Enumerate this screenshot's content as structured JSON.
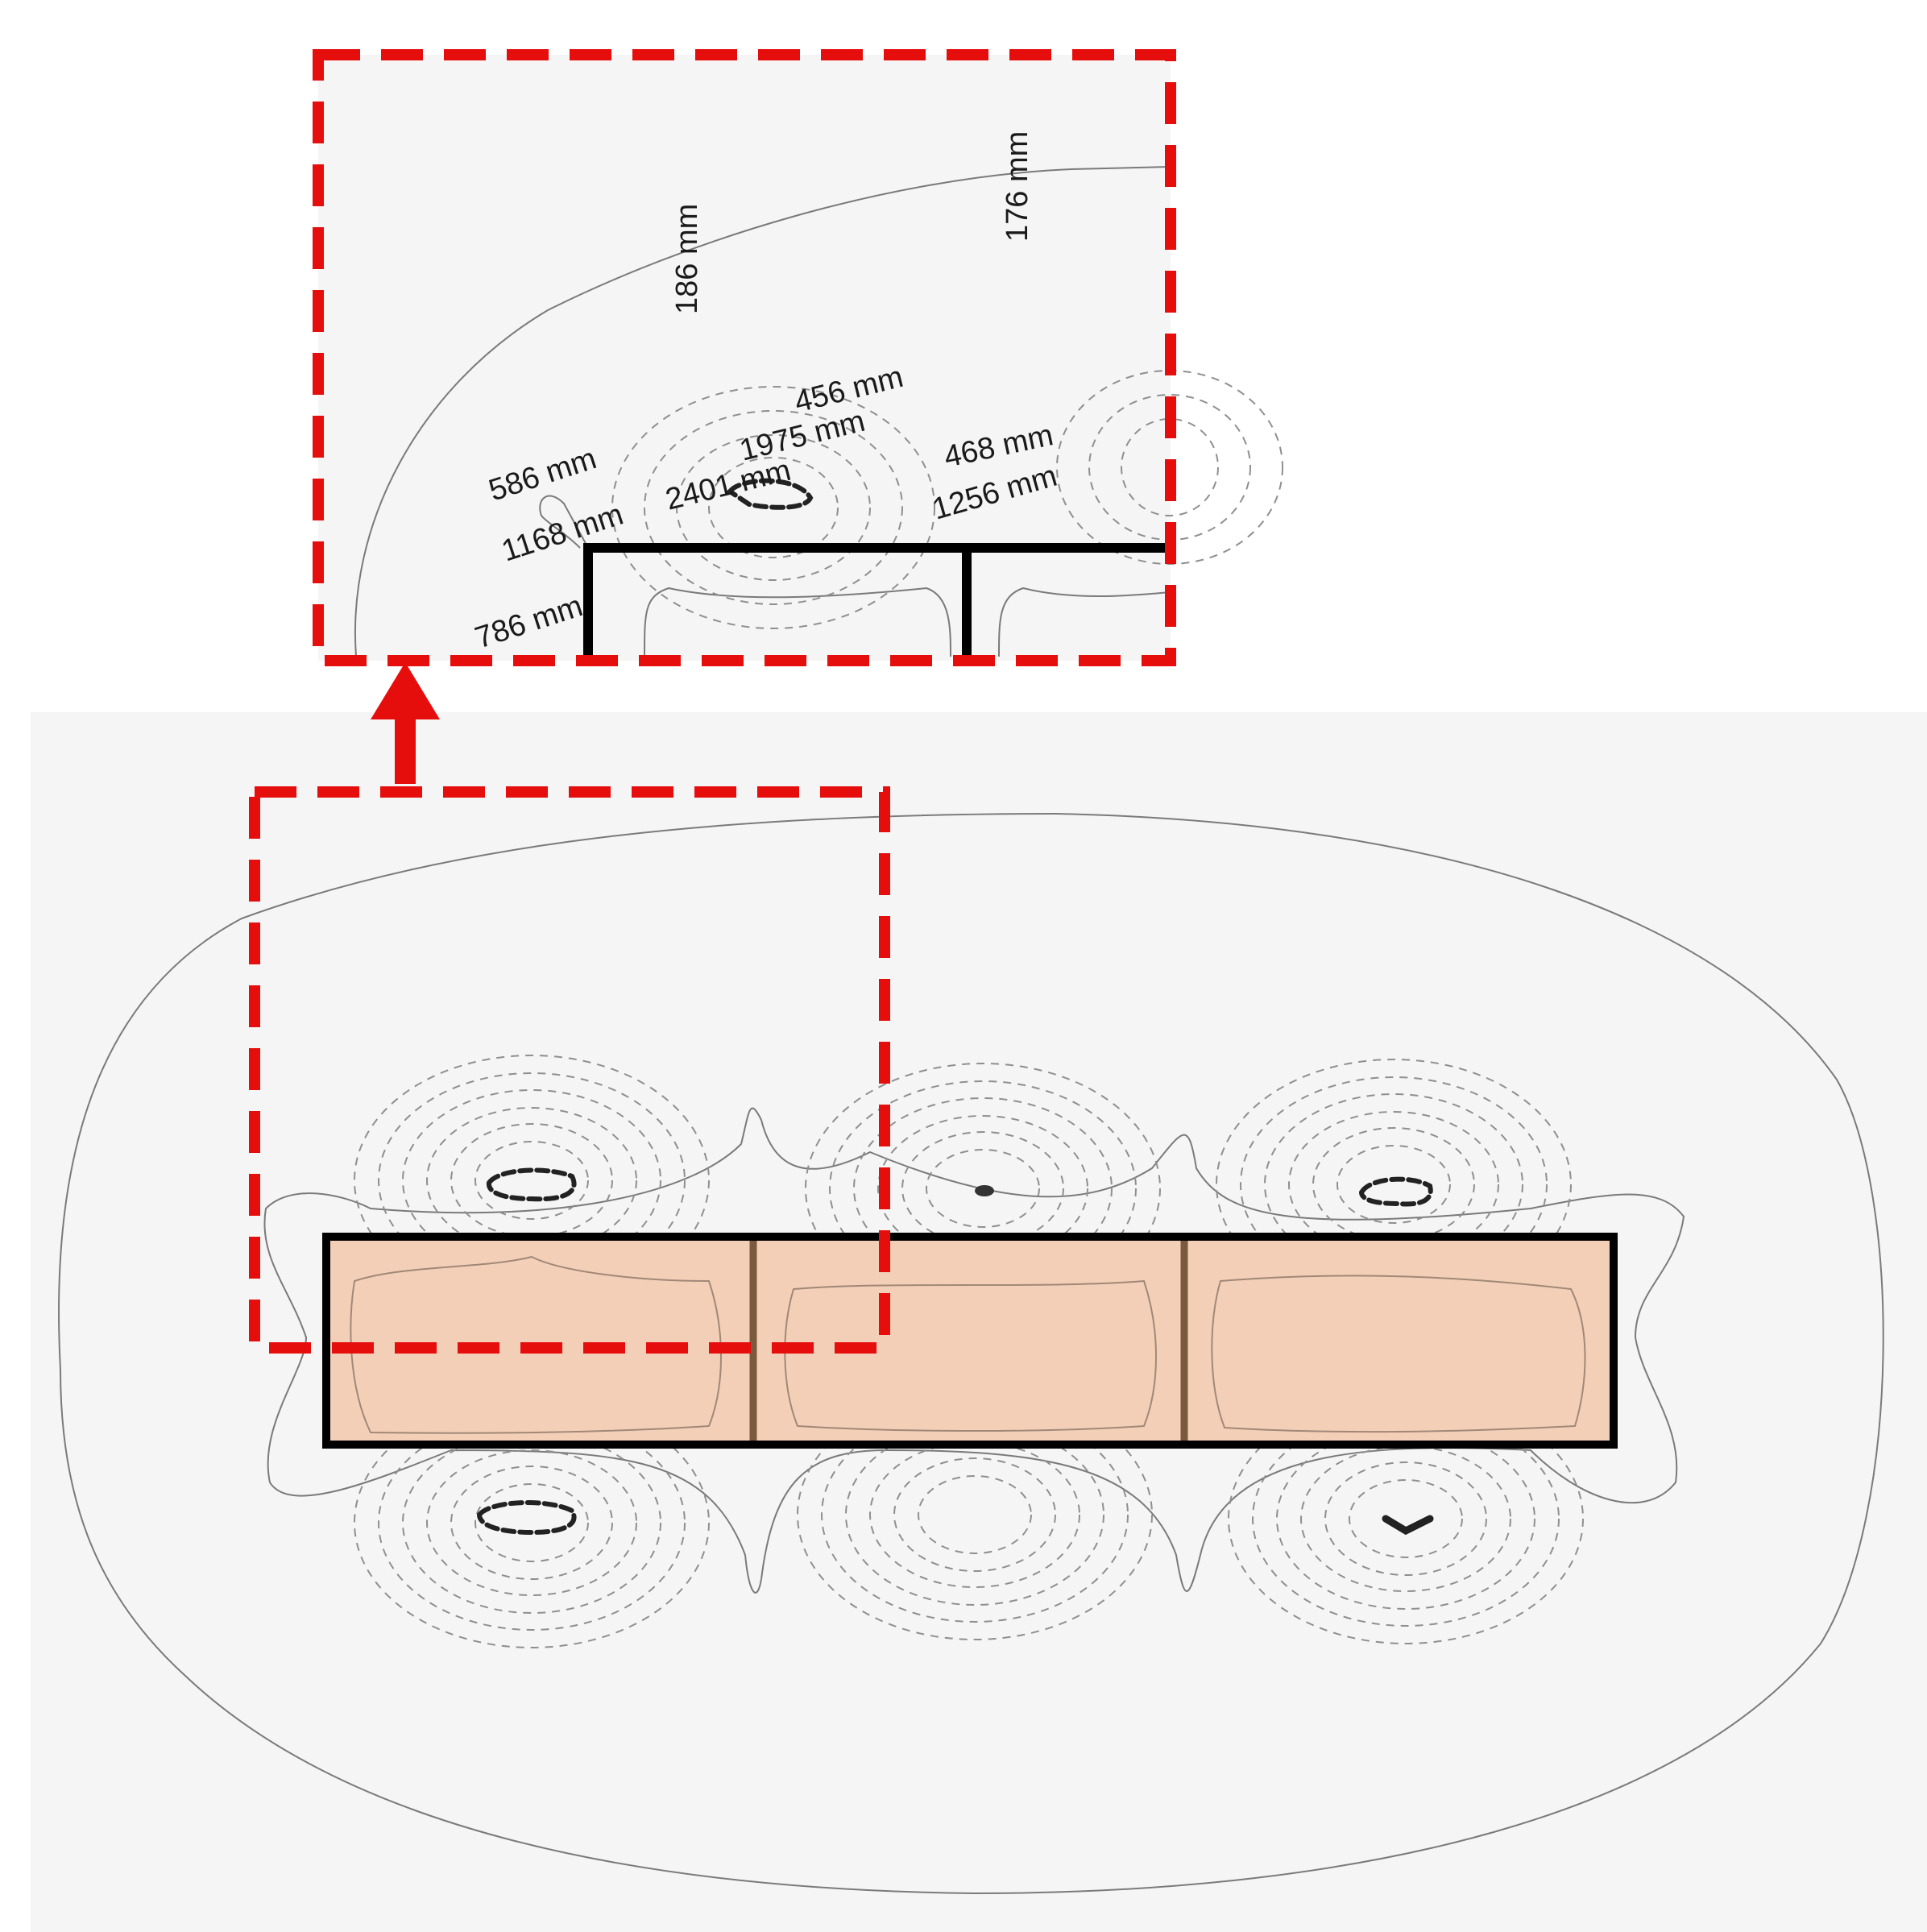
{
  "colors": {
    "background": "#f5f5f5",
    "frame": "#e60d0d",
    "conductor_fill": "#f4cfb7",
    "conductor_border": "#000000",
    "separator": "#7a5a3f",
    "contour": "#7a7a7a"
  },
  "icons": {
    "arrow": "arrow-up-icon"
  },
  "labels": {
    "l176": "176 mm",
    "l186": "186 mm",
    "l456": "456 mm",
    "l1975": "1975 mm",
    "l2401": "2401 mm",
    "l586": "586 mm",
    "l1168": "1168 mm",
    "l786": "786 mm",
    "l468": "468 mm",
    "l1256": "1256 mm"
  }
}
